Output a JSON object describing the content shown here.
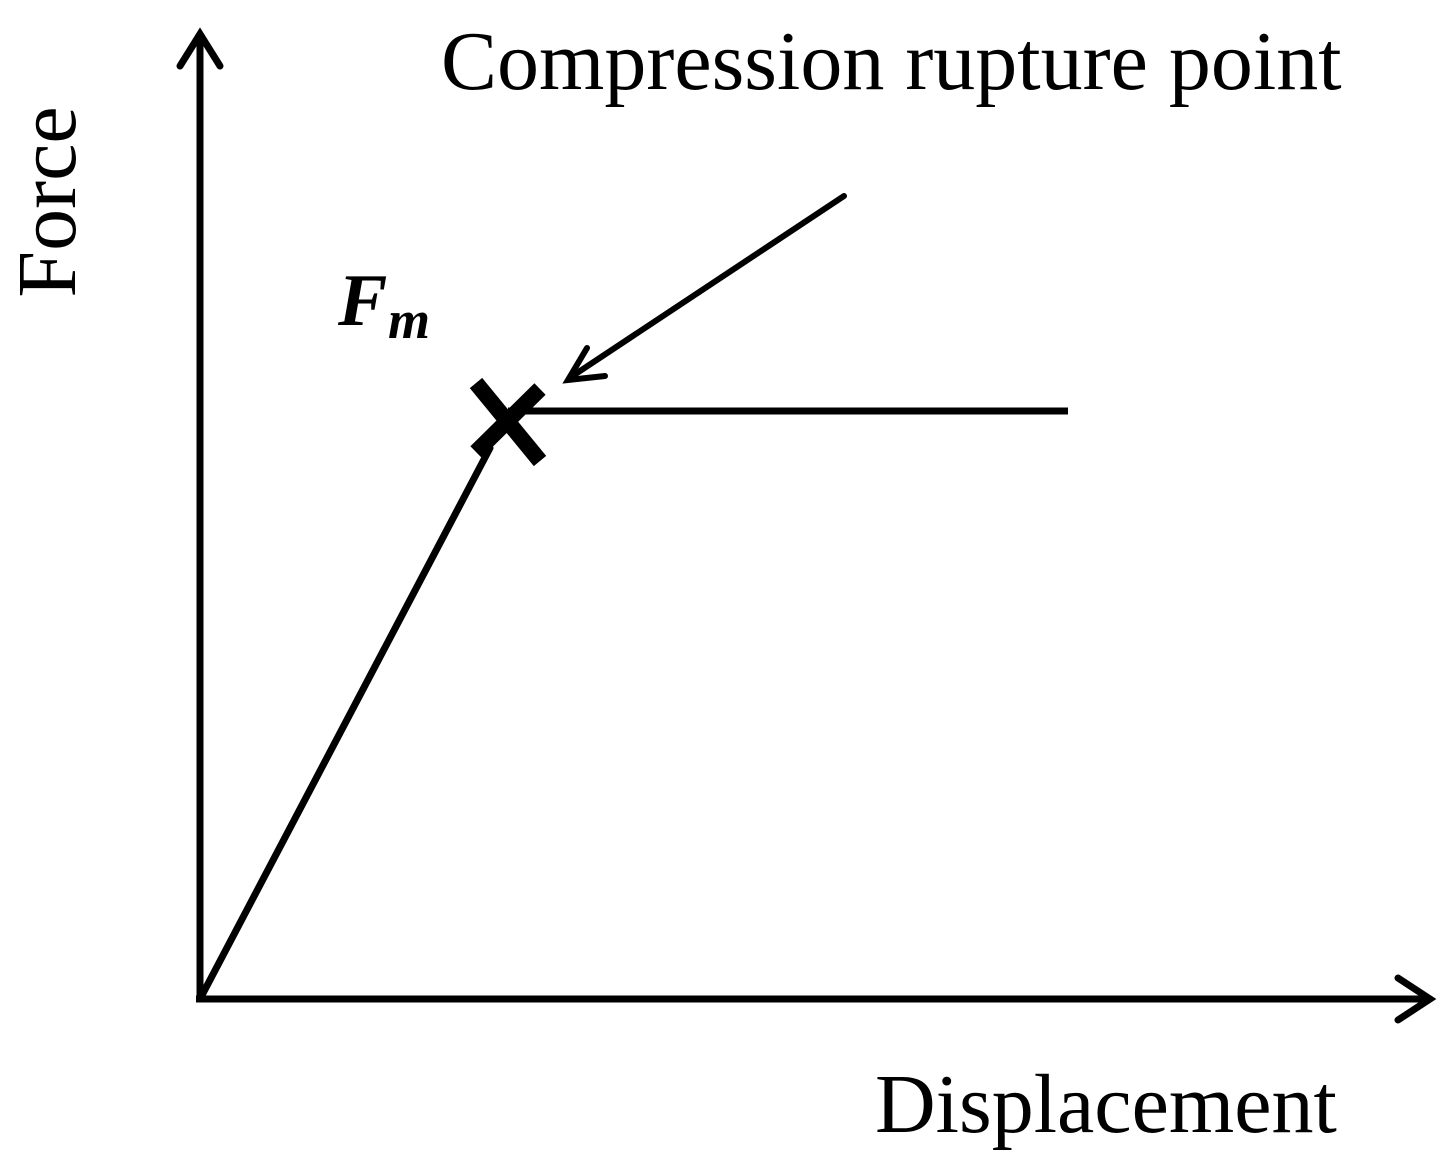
{
  "diagram": {
    "annotation": "Compression rupture point",
    "y_axis_label": "Force",
    "x_axis_label": "Displacement",
    "peak_symbol": "F",
    "peak_symbol_subscript": "m"
  },
  "colors": {
    "ink": "#000000",
    "background": "#ffffff"
  }
}
